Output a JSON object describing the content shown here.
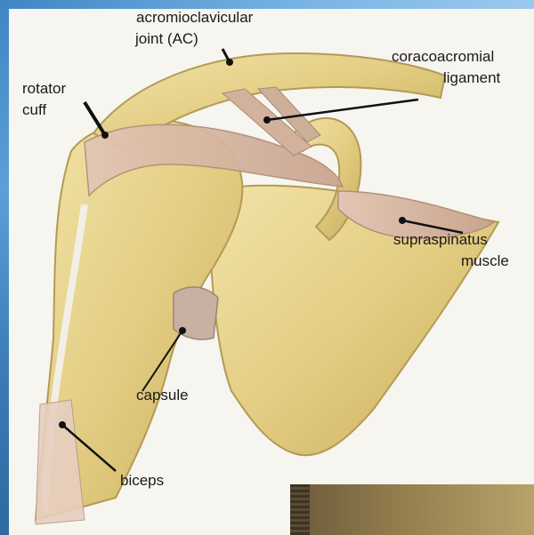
{
  "labels": {
    "acromioclavicular_line1": "acromioclavicular",
    "acromioclavicular_line2": "joint (AC)",
    "coracoacromial_line1": "coracoacromial",
    "coracoacromial_line2": "ligament",
    "rotator_line1": "rotator",
    "rotator_line2": "cuff",
    "supraspinatus_line1": "supraspinatus",
    "supraspinatus_line2": "muscle",
    "capsule": "capsule",
    "biceps": "biceps"
  },
  "colors": {
    "bone": "#e6d28a",
    "bone_shadow": "#c9b060",
    "muscle": "#d8b9a6",
    "tendon": "#efeae0",
    "background_blue": "#2a6aa6",
    "panel": "#f6f5ef"
  }
}
